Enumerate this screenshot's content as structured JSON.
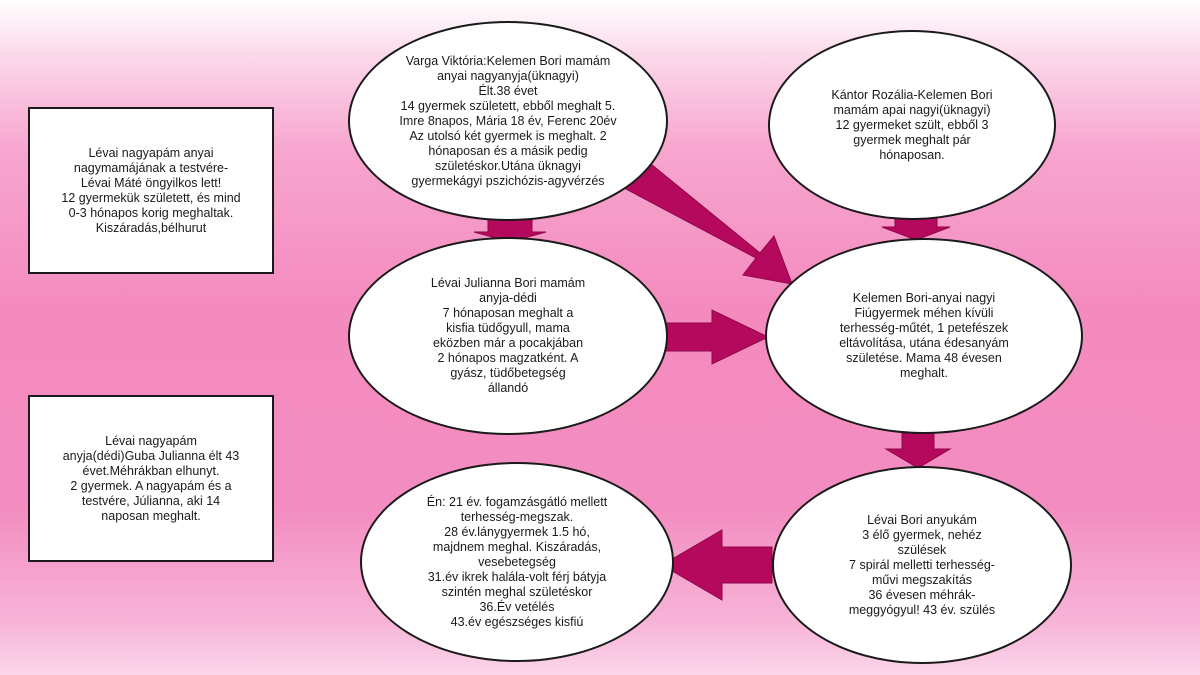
{
  "colors": {
    "arrow": "#b5095d",
    "background": "#f48bbf",
    "node_fill": "#ffffff",
    "node_border": "#1a1a1a"
  },
  "nodes": {
    "box_left_top": {
      "lines": [
        "Lévai nagyapám anyai",
        "nagymamájának a testvére-",
        "Lévai Máté öngyilkos lett!",
        "12 gyermekük született, és mind",
        "0-3 hónapos korig meghaltak.",
        "Kiszáradás,bélhurut"
      ]
    },
    "box_left_bottom": {
      "lines": [
        "Lévai nagyapám",
        "anyja(dédi)Guba Julianna élt 43",
        "évet.Méhrákban elhunyt.",
        "2 gyermek. A nagyapám és a",
        "testvére, Júlianna, aki 14",
        "naposan meghalt."
      ]
    },
    "ellipse_top_center": {
      "lines": [
        "Varga Viktória:Kelemen Bori mamám",
        "anyai nagyanyja(üknagyi)",
        "Élt.38 évet",
        "14 gyermek született, ebből meghalt 5.",
        "Imre 8napos, Mária 18 év, Ferenc 20év",
        "Az utolsó két gyermek is meghalt. 2",
        "hónaposan és a másik pedig",
        "születéskor.Utána üknagyi",
        "gyermekágyi pszichózis-agyvérzés"
      ]
    },
    "ellipse_top_right": {
      "lines": [
        "Kántor Rozália-Kelemen Bori",
        "mamám apai nagyi(üknagyi)",
        "12 gyermeket szült, ebből 3",
        "gyermek meghalt pár",
        "hónaposan."
      ]
    },
    "ellipse_middle_center": {
      "lines": [
        "Lévai Julianna Bori mamám",
        "anyja-dédi",
        "7 hónaposan meghalt a",
        "kisfia tüdőgyull, mama",
        "eközben már a pocakjában",
        "2 hónapos magzatként. A",
        "gyász, tüdőbetegség",
        "állandó"
      ]
    },
    "ellipse_middle_right": {
      "lines": [
        "Kelemen Bori-anyai nagyi",
        "Fiúgyermek méhen kívüli",
        "terhesség-műtét, 1 petefészek",
        "eltávolítása, utána édesanyám",
        "születése. Mama 48 évesen",
        "meghalt."
      ]
    },
    "ellipse_bottom_right": {
      "lines": [
        "Lévai Bori anyukám",
        "3 élő gyermek, nehéz",
        "szülések",
        "7 spirál melletti terhesség-",
        "művi megszakítás",
        "36 évesen méhrák-",
        "meggyógyul! 43 év. szülés"
      ]
    },
    "ellipse_bottom_center": {
      "lines": [
        "Én: 21 év. fogamzásgátló mellett",
        "terhesség-megszak.",
        "28 év.lánygyermek 1.5 hó,",
        "majdnem meghal. Kiszáradás,",
        "vesebetegség",
        "31.év ikrek halála-volt férj bátyja",
        "szintén meghal születéskor",
        "36.Év vetélés",
        "43.év egészséges kisfiú"
      ]
    }
  }
}
